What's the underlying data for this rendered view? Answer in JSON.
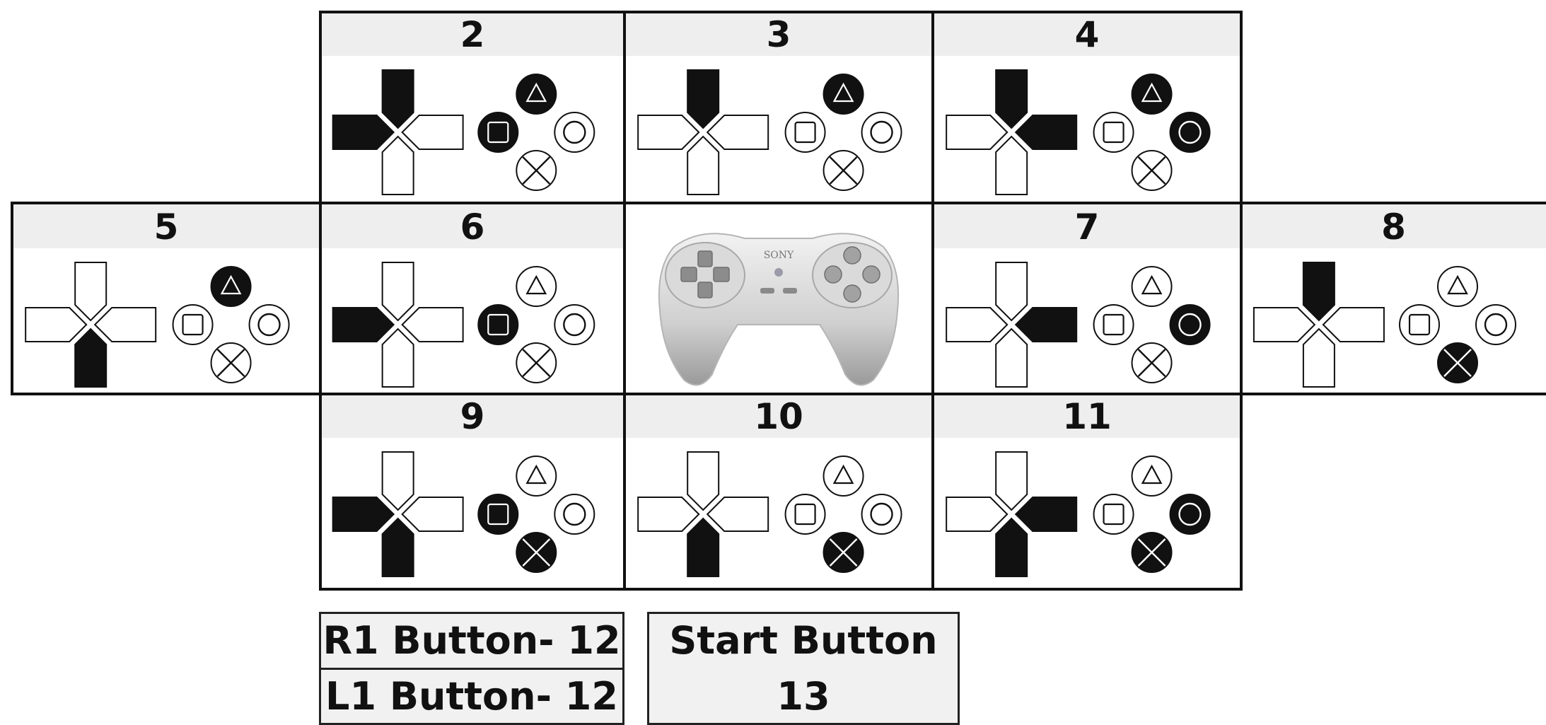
{
  "colors": {
    "filled": "#111111",
    "outline": "#111111",
    "empty": "#ffffff",
    "band": "#eeeeee",
    "label_bg": "#f1f1f1"
  },
  "combos": [
    {
      "number": "2",
      "dpad": {
        "up": true,
        "down": false,
        "left": true,
        "right": false
      },
      "buttons": {
        "triangle": true,
        "circle": false,
        "cross": false,
        "square": true
      }
    },
    {
      "number": "3",
      "dpad": {
        "up": true,
        "down": false,
        "left": false,
        "right": false
      },
      "buttons": {
        "triangle": true,
        "circle": false,
        "cross": false,
        "square": false
      }
    },
    {
      "number": "4",
      "dpad": {
        "up": true,
        "down": false,
        "left": false,
        "right": true
      },
      "buttons": {
        "triangle": true,
        "circle": true,
        "cross": false,
        "square": false
      }
    },
    {
      "number": "5",
      "dpad": {
        "up": false,
        "down": true,
        "left": false,
        "right": false
      },
      "buttons": {
        "triangle": true,
        "circle": false,
        "cross": false,
        "square": false
      }
    },
    {
      "number": "6",
      "dpad": {
        "up": false,
        "down": false,
        "left": true,
        "right": false
      },
      "buttons": {
        "triangle": false,
        "circle": false,
        "cross": false,
        "square": true
      }
    },
    {
      "number": "7",
      "dpad": {
        "up": false,
        "down": false,
        "left": false,
        "right": true
      },
      "buttons": {
        "triangle": false,
        "circle": true,
        "cross": false,
        "square": false
      }
    },
    {
      "number": "8",
      "dpad": {
        "up": true,
        "down": false,
        "left": false,
        "right": false
      },
      "buttons": {
        "triangle": false,
        "circle": false,
        "cross": true,
        "square": false
      }
    },
    {
      "number": "9",
      "dpad": {
        "up": false,
        "down": true,
        "left": true,
        "right": false
      },
      "buttons": {
        "triangle": false,
        "circle": false,
        "cross": true,
        "square": true
      }
    },
    {
      "number": "10",
      "dpad": {
        "up": false,
        "down": true,
        "left": false,
        "right": false
      },
      "buttons": {
        "triangle": false,
        "circle": false,
        "cross": true,
        "square": false
      }
    },
    {
      "number": "11",
      "dpad": {
        "up": false,
        "down": true,
        "left": false,
        "right": true
      },
      "buttons": {
        "triangle": false,
        "circle": true,
        "cross": true,
        "square": false
      }
    }
  ],
  "controller": {
    "brand": "SONY"
  },
  "shoulder_labels": {
    "r1": "R1 Button- 12",
    "l1": "L1 Button- 12"
  },
  "start_label": {
    "line1": "Start Button",
    "line2": "13"
  }
}
